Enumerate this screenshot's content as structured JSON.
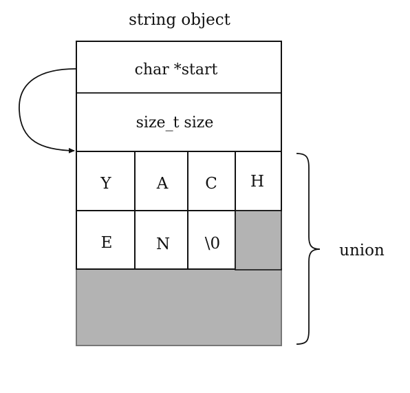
{
  "title": "string object",
  "fields": {
    "start": "char *start",
    "size": "size_t size"
  },
  "union_cells": {
    "row1": [
      "Y",
      "A",
      "C",
      "H"
    ],
    "row2": [
      "E",
      "N",
      "\\0"
    ]
  },
  "brace_label": "union",
  "colors": {
    "unused": "#b3b3b3",
    "stroke": "#111111"
  }
}
